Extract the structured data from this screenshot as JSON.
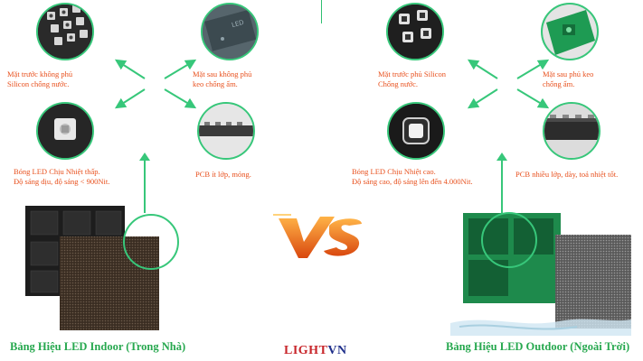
{
  "left": {
    "captions": {
      "front": [
        "Mặt trước không phủ",
        "Silicon chống nước."
      ],
      "back": [
        "Mặt sau không phủ",
        "keo chống ẩm."
      ],
      "led": [
        "Bóng LED Chịu Nhiệt thấp.",
        "Độ sáng dịu, độ sáng < 900Nit."
      ],
      "pcb": [
        "PCB ít lớp, mỏng."
      ]
    },
    "title": "Bảng Hiệu LED Indoor (Trong Nhà)",
    "back_label": "LED"
  },
  "right": {
    "captions": {
      "front": [
        "Mặt trước phủ Silicon",
        "Chống nước."
      ],
      "back": [
        "Mặt sau phủ keo",
        "chống ẩm."
      ],
      "led": [
        "Bóng LED Chịu Nhiệt cao.",
        "Độ sáng cao, độ sáng lên đến 4.000Nit."
      ],
      "pcb": [
        "PCB nhiều lớp, dày, toả nhiệt tốt."
      ]
    },
    "title": "Bảng Hiệu LED Outdoor (Ngoài Trời)"
  },
  "vs": {
    "text": "VS"
  },
  "logo": {
    "part1": "LIGHT",
    "part2": "VN"
  },
  "colors": {
    "accent_green": "#37c77a",
    "caption_orange": "#e8501d",
    "title_green": "#27a84f",
    "vs_orange": "#f07a1a"
  }
}
